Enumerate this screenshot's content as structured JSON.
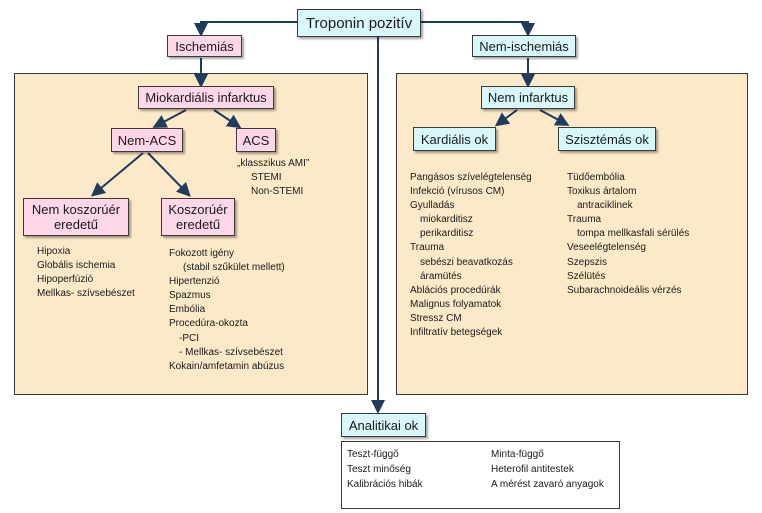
{
  "root": "Troponin pozitív",
  "ischemic": {
    "label": "Ischemiás",
    "mi": "Miokardiális infarktus",
    "nonacs": "Nem-ACS",
    "acs": "ACS",
    "acs_items": [
      "„klasszikus AMI”",
      "STEMI",
      "Non-STEMI"
    ],
    "noncoronary": {
      "label": [
        "Nem koszorúér",
        "eredetű"
      ],
      "items": [
        "Hipoxia",
        "Globális ischemia",
        "Hipoperfúzió",
        "Mellkas- szívsebészet"
      ]
    },
    "coronary": {
      "label": [
        "Koszorúér",
        "eredetű"
      ],
      "items": [
        "Fokozott igény",
        "(stabil szűkület mellett)",
        "Hipertenzió",
        "Spazmus",
        "Embólia",
        "Procedúra-okozta",
        "-PCI",
        "- Mellkas- szívsebészet",
        "Kokain/amfetamin abúzus"
      ]
    }
  },
  "nonischemic": {
    "label": "Nem-ischemiás",
    "noninfarct": "Nem infarktus",
    "cardiac": {
      "label": "Kardiális ok",
      "items": [
        "Pangásos szívelégtelenség",
        "Infekció (vírusos CM)",
        "Gyulladás",
        "miokarditisz",
        "perikarditisz",
        "Trauma",
        "sebészi beavatkozás",
        "áramütés",
        "Ablációs procedúrák",
        "Malignus folyamatok",
        "Stressz CM",
        "Infiltratív betegségek"
      ]
    },
    "systemic": {
      "label": "Szisztémás ok",
      "items": [
        "Tüdőembólia",
        "Toxikus ártalom",
        "antraciklinek",
        "Trauma",
        "tompa mellkasfali sérülés",
        "Veseelégtelenség",
        "Szepszis",
        "Szélütés",
        "Subarachnoideális vérzés"
      ]
    }
  },
  "analytic": {
    "label": "Analitikai ok",
    "left": [
      "Teszt-függő",
      "Teszt minőség",
      "Kalibrációs hibák"
    ],
    "right": [
      "Minta-függő",
      "Heterofil antitestek",
      "A mérést zavaró anyagok"
    ]
  },
  "colors": {
    "panel": "#fce9c8",
    "pink": "#fdd6e8",
    "cyan": "#d7f7fb",
    "arrow": "#1f3b5e"
  }
}
